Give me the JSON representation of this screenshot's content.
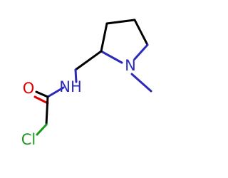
{
  "molecule": {
    "atoms": {
      "nh": "NH",
      "n_ring": "N",
      "o": "O",
      "cl": "Cl"
    },
    "colors": {
      "bond": "#000000",
      "nitrogen": "#2b2bb8",
      "oxygen": "#e00000",
      "chlorine": "#1a9a1a"
    }
  }
}
